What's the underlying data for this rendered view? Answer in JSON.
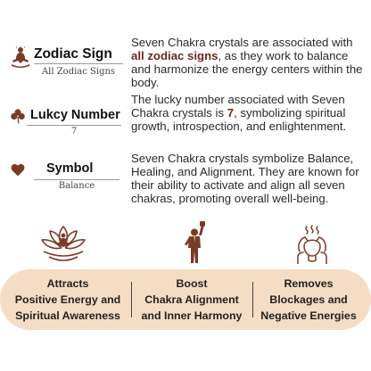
{
  "rows": [
    {
      "title": "Zodiac Sign",
      "subtitle": "All Zodiac Signs",
      "icon": "meditation-person-icon",
      "desc_parts": [
        "Seven Chakra crystals are associated with ",
        "all zodiac signs",
        ", as they work to balance and harmonize the energy centers within the body."
      ]
    },
    {
      "title": "Lukcy Number",
      "subtitle": "7",
      "icon": "clover-icon",
      "desc_parts": [
        "The lucky number associated with Seven Chakra crystals is ",
        "7",
        ", symbolizing spiritual growth, introspection, and enlightenment."
      ]
    },
    {
      "title": "Symbol",
      "subtitle": "Balance",
      "icon": "heart-icon",
      "desc": "Seven Chakra crystals symbolize Balance, Healing, and Alignment. They are known for their ability to activate and align all seven chakras, promoting overall well-being."
    }
  ],
  "benefits": [
    {
      "icon": "lotus-meditation-icon",
      "line1": "Attracts",
      "line2": "Positive Energy and",
      "line3": "Spiritual Awareness"
    },
    {
      "icon": "raised-fist-person-icon",
      "line1": "Boost",
      "line2": "Chakra Alignment",
      "line3": "and Inner Harmony"
    },
    {
      "icon": "head-massage-icon",
      "line1": "Removes",
      "line2": "Blockages and",
      "line3": "Negative Energies"
    }
  ],
  "colors": {
    "accent": "#6b2a1e",
    "banner": "#f5dcc4",
    "icon": "#7a3b26"
  }
}
